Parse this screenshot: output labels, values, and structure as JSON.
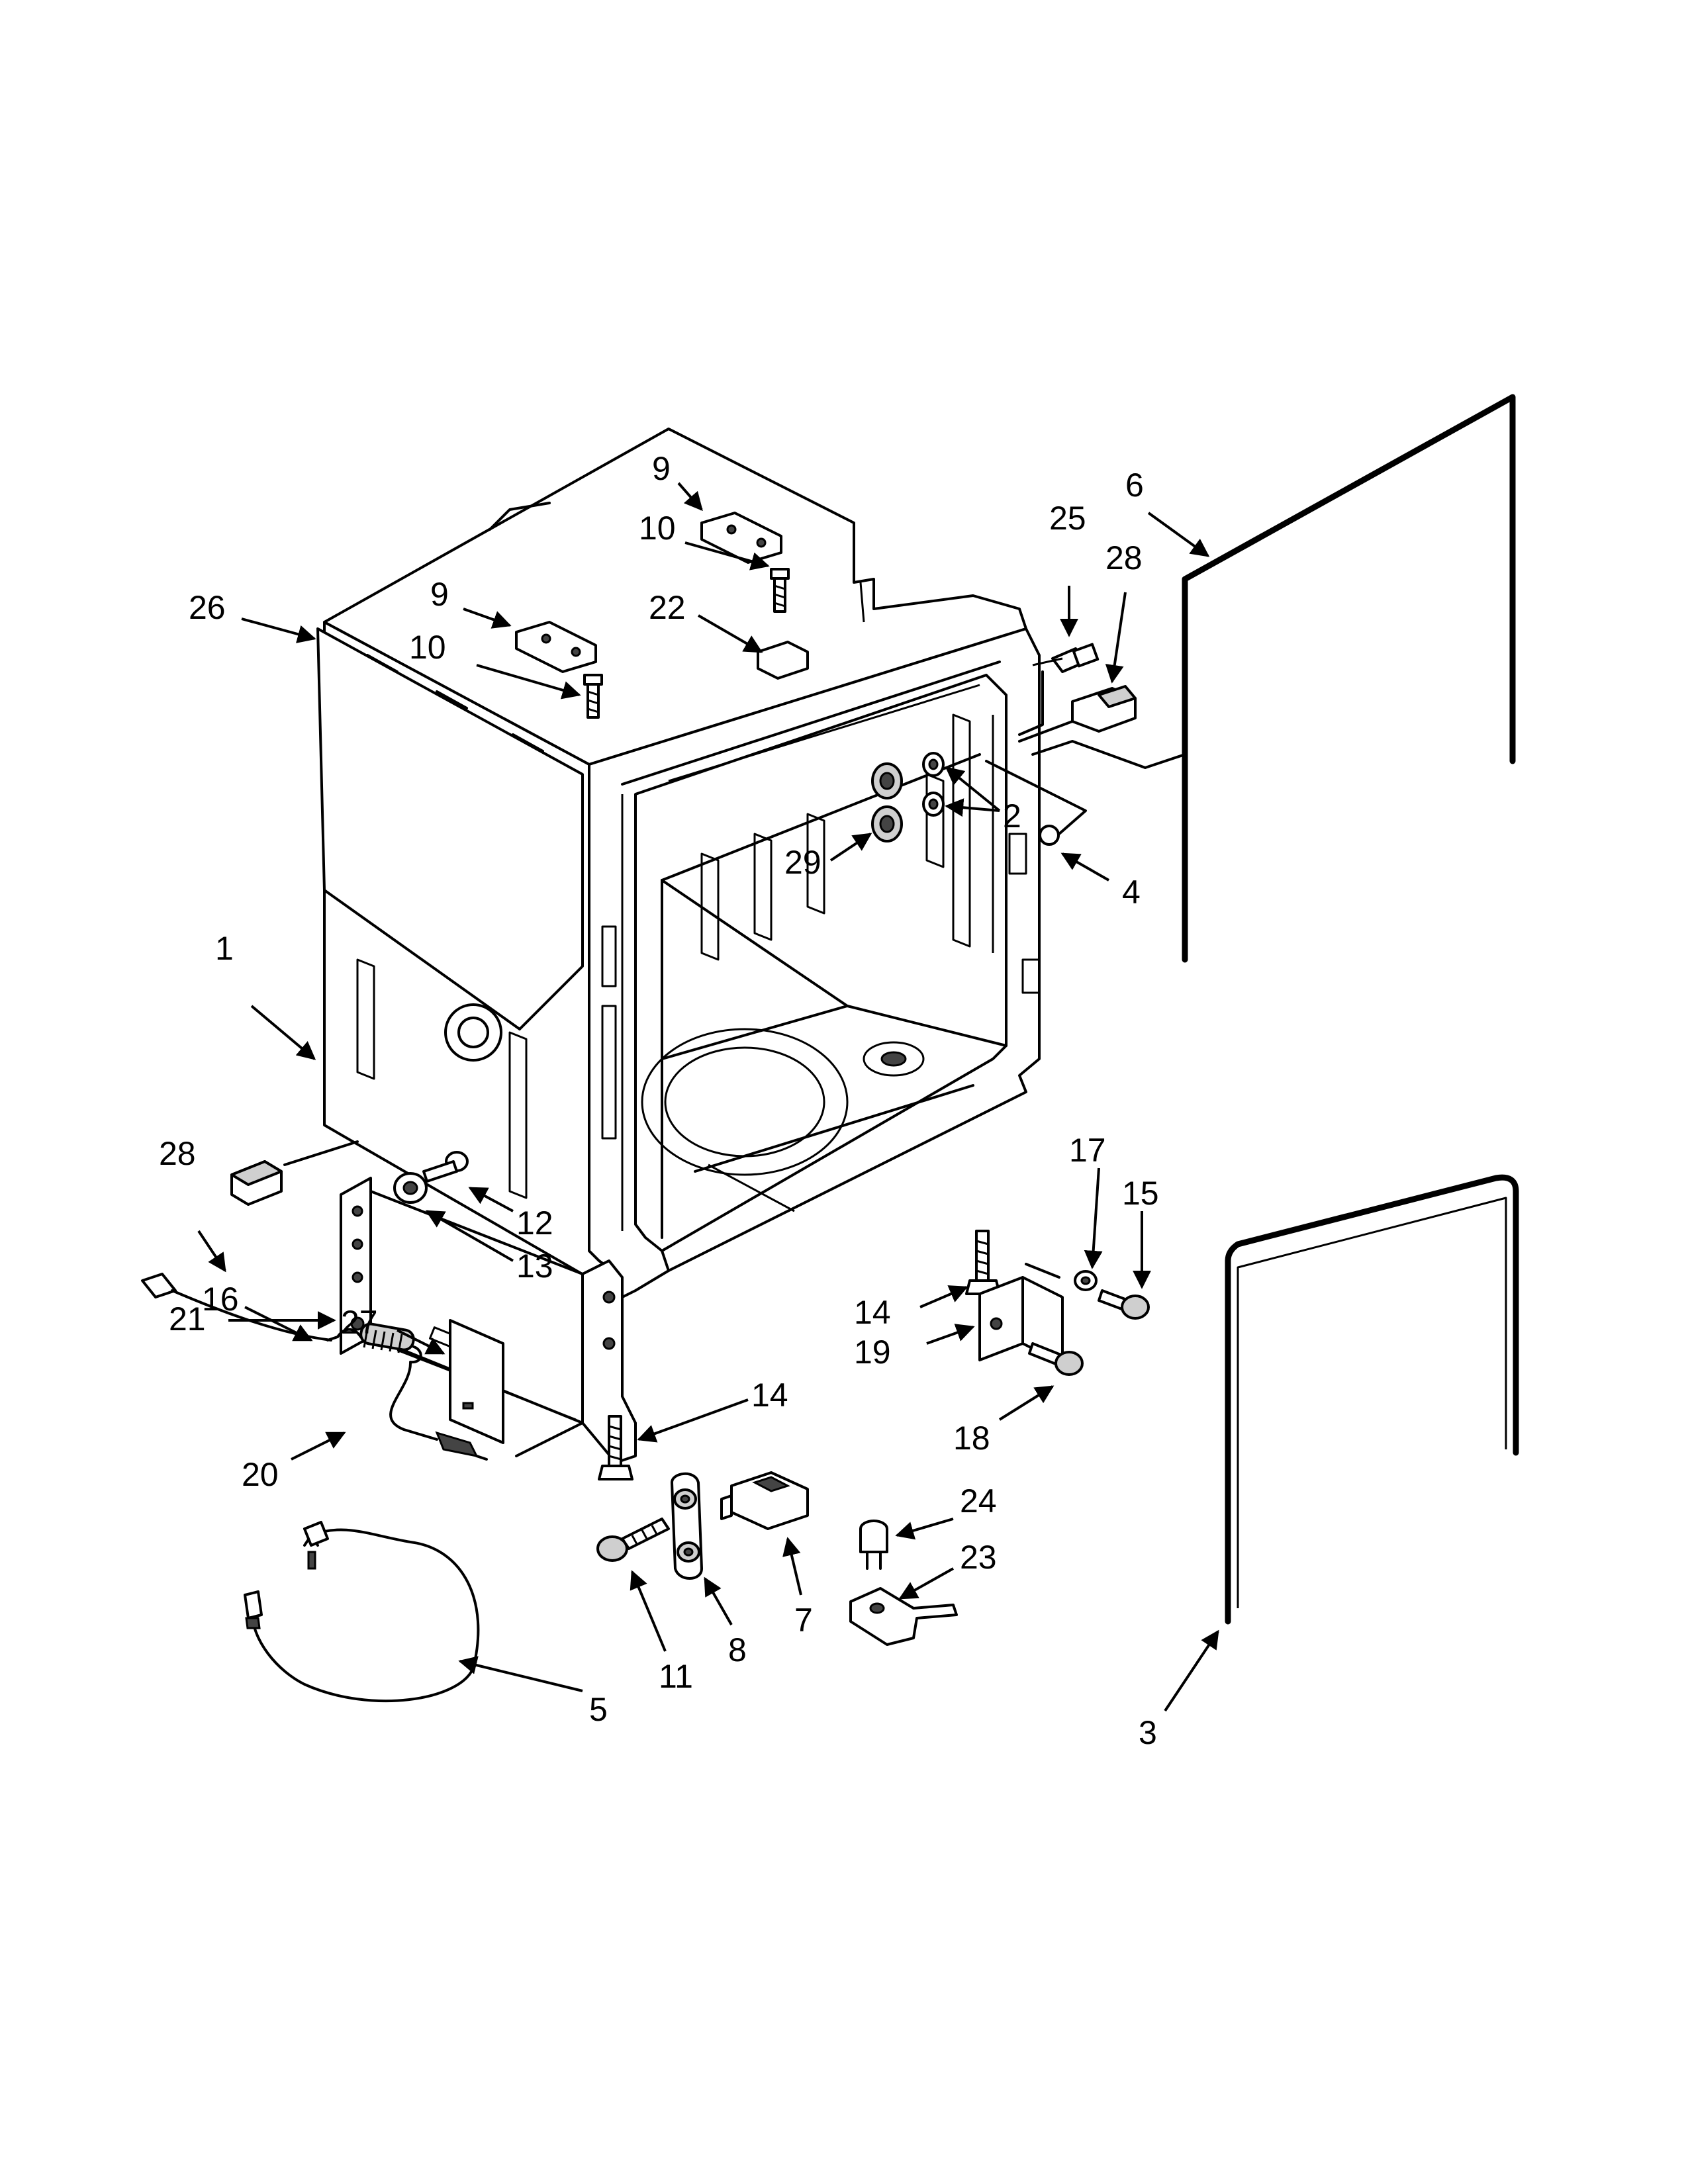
{
  "callouts": [
    "1",
    "2",
    "3",
    "4",
    "5",
    "6",
    "7",
    "8",
    "9",
    "10",
    "11",
    "12",
    "13",
    "14",
    "15",
    "16",
    "17",
    "18",
    "19",
    "20",
    "21",
    "22",
    "23",
    "24",
    "25",
    "26",
    "27",
    "28",
    "29"
  ],
  "labels": {
    "l9a": "9",
    "l9b": "9",
    "l10a": "10",
    "l10b": "10",
    "l26": "26",
    "l22": "22",
    "l25": "25",
    "l28a": "28",
    "l28b": "28",
    "l6": "6",
    "l2": "2",
    "l29": "29",
    "l4": "4",
    "l1": "1",
    "l21": "21",
    "l12": "12",
    "l13": "13",
    "l16": "16",
    "l27": "27",
    "l20": "20",
    "l14a": "14",
    "l14b": "14",
    "l17": "17",
    "l15": "15",
    "l19": "19",
    "l18": "18",
    "l24": "24",
    "l23": "23",
    "l11": "11",
    "l8": "8",
    "l7": "7",
    "l5": "5",
    "l3": "3"
  }
}
